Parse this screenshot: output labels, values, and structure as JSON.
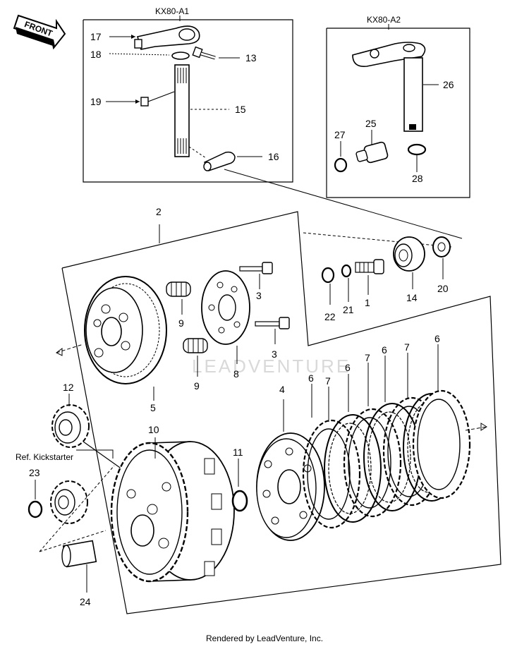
{
  "boxes": {
    "a1": "KX80-A1",
    "a2": "KX80-A2"
  },
  "front_badge": "FRONT",
  "ref_label": "Ref. Kickstarter",
  "watermark": "LEADVENTURE",
  "footer": "Rendered by LeadVenture, Inc.",
  "callouts": {
    "c1": "1",
    "c2": "2",
    "c3a": "3",
    "c3b": "3",
    "c4": "4",
    "c5": "5",
    "c6a": "6",
    "c6b": "6",
    "c6c": "6",
    "c6d": "6",
    "c7a": "7",
    "c7b": "7",
    "c7c": "7",
    "c8": "8",
    "c9a": "9",
    "c9b": "9",
    "c10": "10",
    "c11": "11",
    "c12": "12",
    "c13": "13",
    "c14": "14",
    "c15": "15",
    "c16": "16",
    "c17": "17",
    "c18": "18",
    "c19": "19",
    "c20": "20",
    "c21": "21",
    "c22": "22",
    "c23": "23",
    "c24": "24",
    "c25": "25",
    "c26": "26",
    "c27": "27",
    "c28": "28"
  }
}
